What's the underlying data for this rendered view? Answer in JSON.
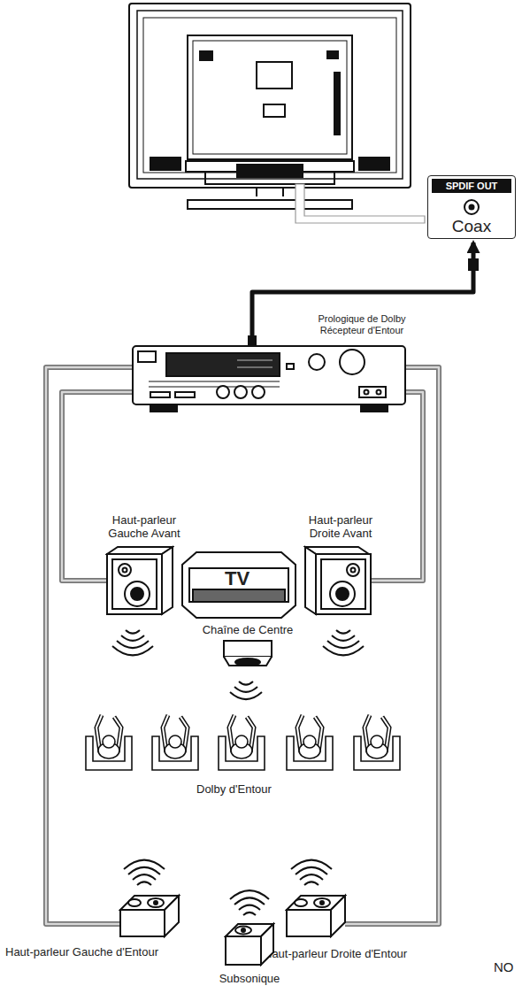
{
  "diagram": {
    "nodes": [
      {
        "text": [
          "SPDIF OUT",
          "Coax"
        ]
      },
      {
        "text": [
          "Prologique de Dolby Récepteur d'Entour"
        ]
      },
      {
        "text": [
          "Haut-parleur Gauche Avant"
        ]
      },
      {
        "text": [
          "TV"
        ]
      },
      {
        "text": [
          "Haut-parleur Droite Avant"
        ]
      },
      {
        "text": [
          "Chaîne de Centre"
        ]
      },
      {
        "text": [
          "Haut-parleur Gauche d'Entour"
        ]
      },
      {
        "text": [
          "Haut-parleur Droite d'Entour"
        ]
      },
      {
        "text": [
          "Subsonique"
        ]
      }
    ],
    "edges": [
      {
        "from": 1,
        "to": 0,
        "arrow": "to"
      },
      {
        "from": 1,
        "to": 2,
        "arrow": "none"
      },
      {
        "from": 1,
        "to": 4,
        "arrow": "none"
      },
      {
        "from": 1,
        "to": 6,
        "arrow": "none"
      },
      {
        "from": 1,
        "to": 7,
        "arrow": "none"
      }
    ],
    "labels": [
      "Dolby d'Entour",
      "NO"
    ]
  }
}
